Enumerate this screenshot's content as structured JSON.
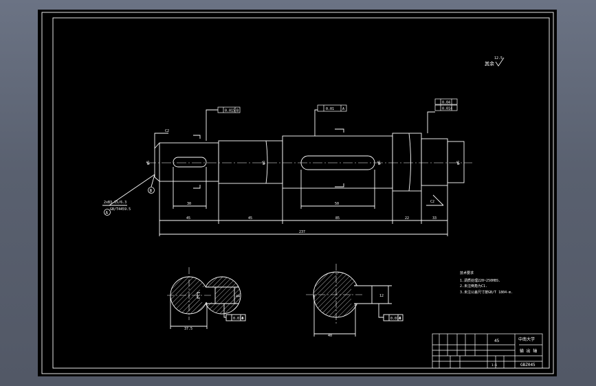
{
  "roughness": {
    "label": "其余",
    "value": "12.5"
  },
  "dimensions": {
    "total_length": "237",
    "d1": "φ5",
    "d2": "φ6",
    "d3": "φ6",
    "d4": "φ6",
    "len_seg1": "45",
    "len_seg2": "45",
    "len_mid": "85",
    "len_22": "22",
    "len_33": "33",
    "key1_len": "30",
    "key2_len": "50",
    "chamfer": "C2",
    "thread": "2xB3.15/6.3",
    "tol_note": "GB/T4459.5"
  },
  "tolerances": {
    "t1": "0.015",
    "t2": "0.01",
    "t3": "0.04",
    "t4": "0.014",
    "t5": "0.014",
    "datum_a": "A",
    "datum_b": "B"
  },
  "sections": {
    "s1_dim_width": "44",
    "s1_dim_depth": "37.5",
    "s2_dim_width": "12",
    "s2_dim_depth": "40"
  },
  "tech_req": {
    "title": "技术要求",
    "items": [
      "1.调质处理220~250HBS.",
      "2.未注倒角为C1.",
      "3.未注公差尺寸按GB/T 1804-m."
    ]
  },
  "title_block": {
    "material": "45",
    "school": "中南大学",
    "part_name": "输 出 轴",
    "drawing_no": "GBZ045",
    "scale": "1:1"
  }
}
